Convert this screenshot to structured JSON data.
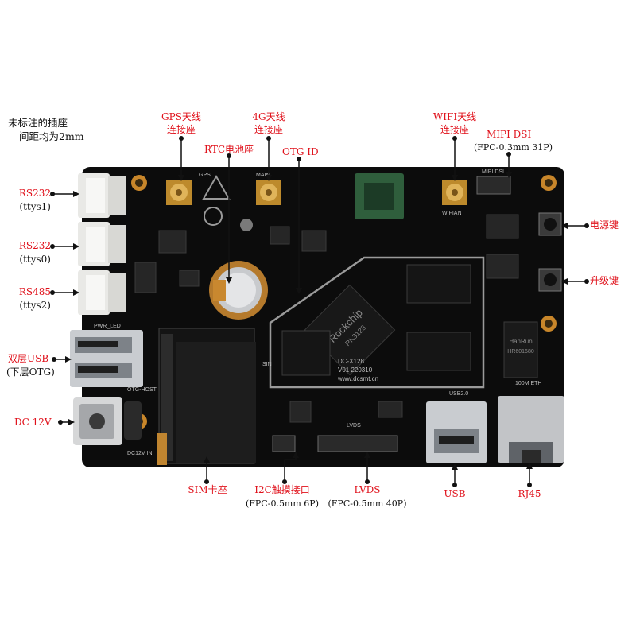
{
  "note": [
    "未标注的插座",
    "间距均为2mm"
  ],
  "colors": {
    "label_red": "#e0101a",
    "label_black": "#111111",
    "pcb": "#0c0c0c",
    "silkscreen": "#9a9a9a",
    "mounting_hole": "#c8862a",
    "connector_white": "#e9e9e6",
    "metal": "#c9ccd0",
    "wifi_module": "#2f5e3c"
  },
  "labels": {
    "gps": [
      "GPS天线",
      "连接座"
    ],
    "g4": [
      "4G天线",
      "连接座"
    ],
    "wifi": [
      "WIFI天线",
      "连接座"
    ],
    "mipi": [
      "MIPI DSI",
      "(FPC-0.3mm 31P)"
    ],
    "rtc": "RTC电池座",
    "otg_id": "OTG ID",
    "rs232_1": [
      "RS232",
      "(ttys1)"
    ],
    "rs232_0": [
      "RS232",
      "(ttys0)"
    ],
    "rs485": [
      "RS485",
      "(ttys2)"
    ],
    "usb_dual": [
      "双层USB",
      "(下层OTG)"
    ],
    "dc": "DC 12V",
    "power_key": "电源键",
    "upgrade_key": "升级键",
    "sim": "SIM卡座",
    "i2c": [
      "I2C触摸接口",
      "(FPC-0.5mm 6P)"
    ],
    "lvds": [
      "LVDS",
      "(FPC-0.5mm 40P)"
    ],
    "usb": "USB",
    "rj45": "RJ45"
  },
  "board": {
    "silk": [
      "GPS",
      "MAIN",
      "WIFIANT",
      "MIPI DSI",
      "DC-X128",
      "V01 220310",
      "www.dcsmt.cn",
      "USB2.0",
      "100M ETH",
      "LVDS",
      "OTG-HOST",
      "PWR_LED",
      "DC12V IN",
      "SIN"
    ],
    "soc_brand": "Rockchip",
    "soc_part": "RK3128",
    "phy_brand": "HanRun",
    "phy_part": "HR601680"
  }
}
